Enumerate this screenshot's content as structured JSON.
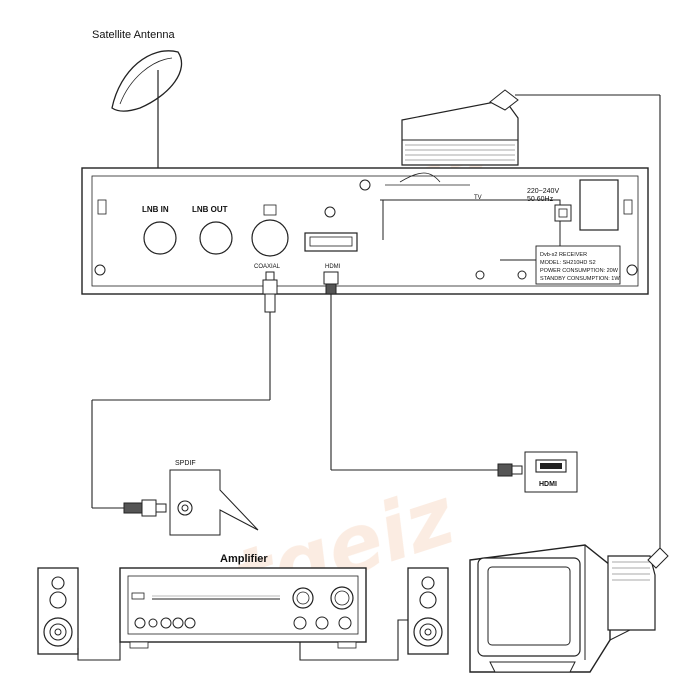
{
  "labels": {
    "satellite_antenna": "Satellite Antenna",
    "lnb_in": "LNB IN",
    "lnb_out": "LNB OUT",
    "coaxial": "COAXIAL",
    "hdmi_port": "HDMI",
    "tv_port": "TV",
    "power_line1": "220~240V",
    "power_line2": "50 60Hz",
    "spdif": "SPDIF",
    "amplifier": "Amplifier",
    "tv_hdmi": "HDMI"
  },
  "receiver_label": {
    "line1": "Dvb-s2  RECEIVER",
    "line2": "MODEL: SH210HD S2",
    "line3": "POWER CONSUMPTION: 20W",
    "line4": "STANDBY CONSUMPTION: 1W"
  },
  "watermark": "satgeiz"
}
